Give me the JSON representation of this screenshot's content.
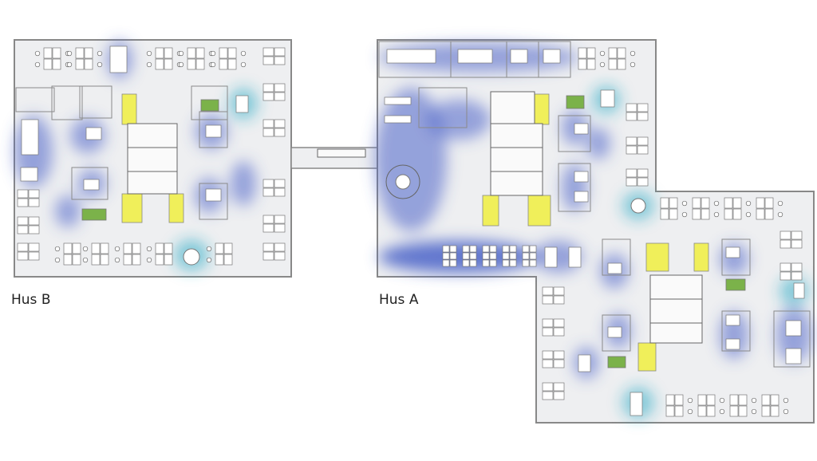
{
  "buildings": [
    {
      "id": "b",
      "label": "Hus B"
    },
    {
      "id": "a",
      "label": "Hus A"
    }
  ],
  "legend_colors": {
    "heat_blue": "#4a63c8",
    "heat_cyan": "#2aa9c4",
    "wc_yellow": "#f0ef5a",
    "planter_green": "#7bb24a"
  }
}
